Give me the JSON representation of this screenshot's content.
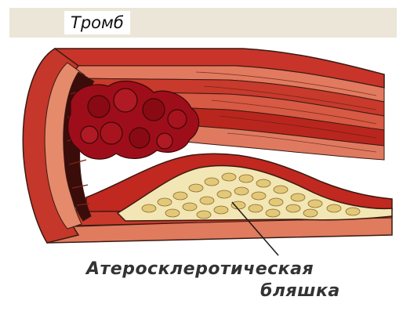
{
  "labels": {
    "thrombus": "Тромб",
    "plaque_line1": "Атеросклеротическая",
    "plaque_line2": "бляшка"
  },
  "colors": {
    "vessel_outer": "#c83a2a",
    "vessel_wall_light": "#e98a6a",
    "vessel_wall_dark": "#a81e16",
    "thrombus": "#9e0e1a",
    "plaque_fill": "#f2e6b4",
    "plaque_cell": "#e2c878",
    "header_background": "#ece6d8"
  }
}
